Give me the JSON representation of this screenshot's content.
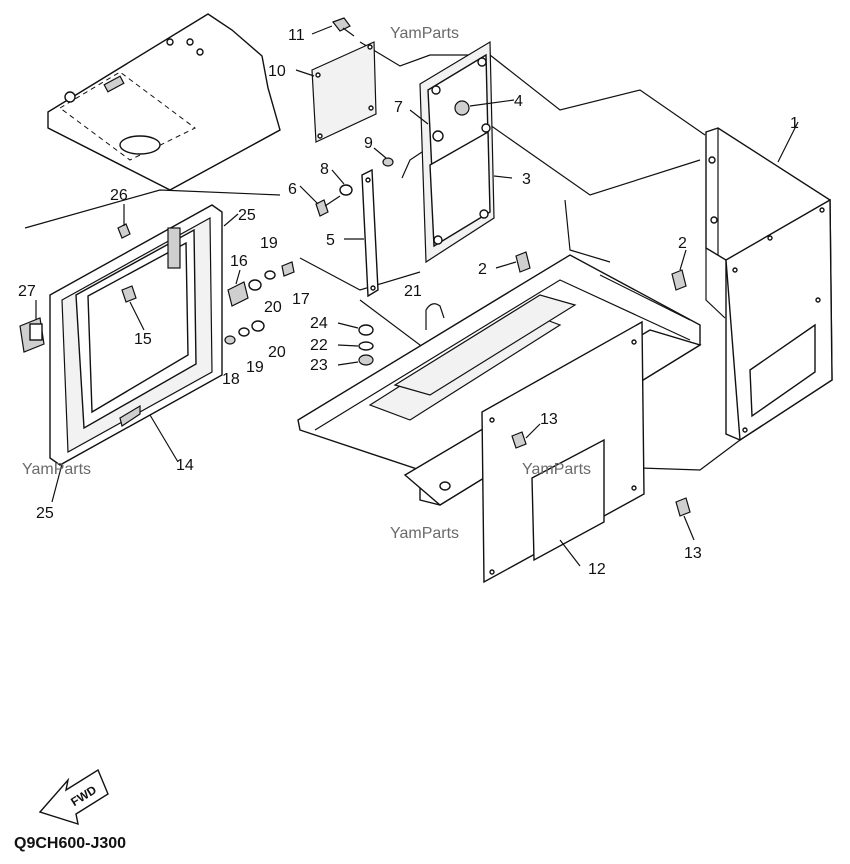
{
  "watermark": "YamParts",
  "diagram_code": "Q9CH600-J300",
  "fwd_label": "FWD",
  "callouts": {
    "p1": "1",
    "p2a": "2",
    "p2b": "2",
    "p3": "3",
    "p4": "4",
    "p5": "5",
    "p6": "6",
    "p7": "7",
    "p8": "8",
    "p9": "9",
    "p10": "10",
    "p11": "11",
    "p12": "12",
    "p13a": "13",
    "p13b": "13",
    "p14": "14",
    "p15": "15",
    "p16": "16",
    "p17": "17",
    "p18": "18",
    "p19a": "19",
    "p19b": "19",
    "p20a": "20",
    "p20b": "20",
    "p21": "21",
    "p22": "22",
    "p23": "23",
    "p24": "24",
    "p25a": "25",
    "p25b": "25",
    "p26": "26",
    "p27": "27"
  }
}
